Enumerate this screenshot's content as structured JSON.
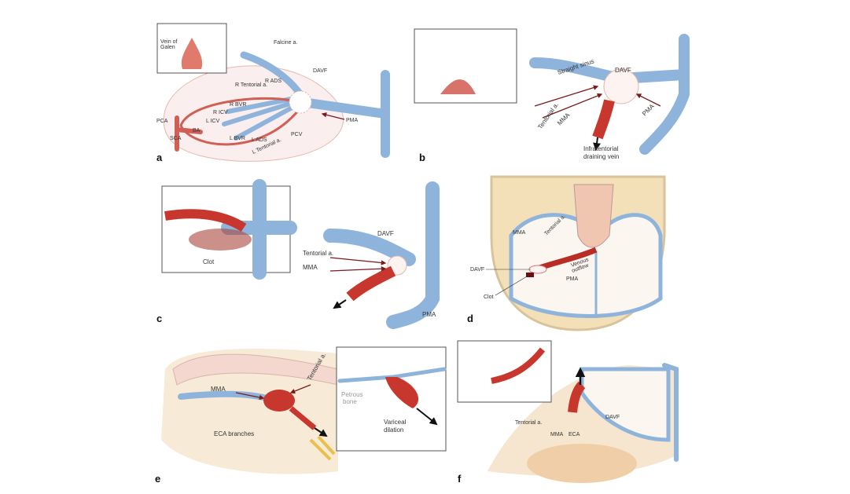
{
  "panels": {
    "a": {
      "letter": "a",
      "labels": {
        "vein_of_galen_1": "Vein of",
        "vein_of_galen_2": "Galen",
        "falcine": "Falcine a.",
        "davf": "DAVF",
        "r_ads": "R ADS",
        "r_tentorial": "R Tentorial a.",
        "r_bvr": "R BVR",
        "r_icv": "R ICV",
        "l_icv": "L ICV",
        "pca": "PCA",
        "ba": "BA",
        "sca": "SCA",
        "l_bvr": "L BVR",
        "l_ads": "L ADS",
        "pcv": "PCV",
        "l_tentorial": "L Tentorial a.",
        "pma": "PMA"
      }
    },
    "b": {
      "letter": "b",
      "labels": {
        "straight_sinus": "Straight sinus",
        "davf": "DAVF",
        "tentorial": "Tentorial a.",
        "mma": "MMA",
        "pma": "PMA",
        "drain_1": "Infratentorial",
        "drain_2": "draining vein"
      }
    },
    "c": {
      "letter": "c",
      "labels": {
        "clot": "Clot",
        "tentorial": "Tentorial a.",
        "mma": "MMA",
        "davf": "DAVF",
        "pma": "PMA"
      }
    },
    "d": {
      "letter": "d",
      "labels": {
        "mma": "MMA",
        "tentorial": "Tentorial a.",
        "davf": "DAVF",
        "outflow_1": "Venous",
        "outflow_2": "outflow",
        "pma": "PMA",
        "clot": "Clot"
      }
    },
    "e": {
      "letter": "e",
      "labels": {
        "mma": "MMA",
        "tentorial": "Tentorial a.",
        "eca": "ECA branches",
        "petrous_1": "Petrous",
        "petrous_2": "bone",
        "variceal_1": "Variceal",
        "variceal_2": "dilation"
      }
    },
    "f": {
      "letter": "f",
      "labels": {
        "tentorial": "Tentorial a.",
        "mma": "MMA",
        "eca": "ECA",
        "davf": "DAVF"
      }
    }
  }
}
